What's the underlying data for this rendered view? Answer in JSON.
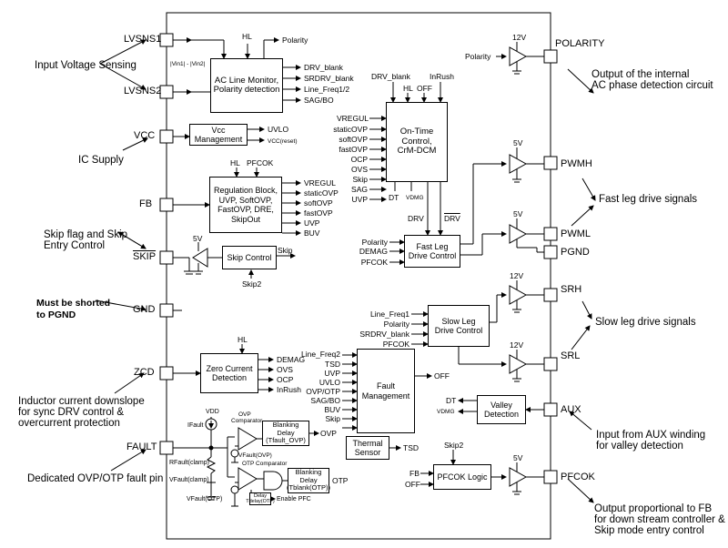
{
  "external": {
    "input_voltage_sensing": "Input Voltage Sensing",
    "ic_supply": "IC Supply",
    "skip_flag_1": "Skip flag and Skip",
    "skip_flag_2": "Entry Control",
    "must_short_1": "Must be shorted",
    "must_short_2": "to PGND",
    "inductor_1": "Inductor current downslope",
    "inductor_2": "for sync DRV control &",
    "inductor_3": "overcurrent protection",
    "fault_pin": "Dedicated OVP/OTP fault pin",
    "output_polarity_1": "Output of the internal",
    "output_polarity_2": "AC phase detection circuit",
    "fast_leg": "Fast leg drive signals",
    "slow_leg": "Slow leg drive signals",
    "aux_1": "Input from AUX winding",
    "aux_2": "for valley detection",
    "pfcok_1": "Output proportional to FB",
    "pfcok_2": "for down stream controller &",
    "pfcok_3": "Skip mode entry control"
  },
  "pins_left": {
    "lvsns1": "LVSNS1",
    "lvsns2": "LVSNS2",
    "vcc": "VCC",
    "fb": "FB",
    "skip": "SKIP",
    "gnd": "GND",
    "zcd": "ZCD",
    "fault": "FAULT"
  },
  "pins_right": {
    "polarity": "POLARITY",
    "pwmh": "PWMH",
    "pwml": "PWML",
    "pgnd": "PGND",
    "srh": "SRH",
    "srl": "SRL",
    "aux": "AUX",
    "pfcok": "PFCOK"
  },
  "blocks": {
    "ac_line_1": "AC Line Monitor,",
    "ac_line_2": "Polarity detection",
    "vcc_mgmt_1": "Vcc",
    "vcc_mgmt_2": "Management",
    "reg_1": "Regulation Block,",
    "reg_2": "UVP, SoftOVP,",
    "reg_3": "FastOVP, DRE,",
    "reg_4": "SkipOut",
    "skip_control": "Skip Control",
    "ontime_1": "On-Time",
    "ontime_2": "Control,",
    "ontime_3": "CrM-DCM",
    "fastleg_1": "Fast Leg",
    "fastleg_2": "Drive Control",
    "slowleg_1": "Slow Leg",
    "slowleg_2": "Drive Control",
    "zcd_1": "Zero Current",
    "zcd_2": "Detection",
    "fault_1": "Fault",
    "fault_2": "Management",
    "valley_1": "Valley",
    "valley_2": "Detection",
    "thermal_1": "Thermal",
    "thermal_2": "Sensor",
    "pfcok_logic": "PFCOK Logic",
    "blank_ovp_1": "Blanking",
    "blank_ovp_2": "Delay",
    "blank_ovp_3": "(Tfault_OVP)",
    "blank_otp_1": "Blanking",
    "blank_otp_2": "Delay",
    "blank_otp_3": "(Tblank(OTP))",
    "delay_1": "Delay",
    "delay_2": "Tdelay(OTP)"
  },
  "signals": {
    "hl": "HL",
    "polarity": "Polarity",
    "vin_diff": "|Vin1| - |Vin2|",
    "drv_blank": "DRV_blank",
    "srdrv_blank": "SRDRV_blank",
    "line_freq12": "Line_Freq1/2",
    "sag_bo": "SAG/BO",
    "uvlo": "UVLO",
    "vcc_reset": "VCC(reset)",
    "pfcok": "PFCOK",
    "vregul": "VREGUL",
    "staticovp": "staticOVP",
    "softovp": "softOVP",
    "fastovp": "fastOVP",
    "uvp": "UVP",
    "buv": "BUV",
    "v5": "5V",
    "v12": "12V",
    "skip": "Skip",
    "skip2": "Skip2",
    "drv_blank_top": "DRV_blank",
    "off": "OFF",
    "inrush": "InRush",
    "ocp": "OCP",
    "ovs": "OVS",
    "sag": "SAG",
    "dt": "DT",
    "vdmg": "VDMG",
    "drv": "DRV",
    "drv_bar": "DRV",
    "demag": "DEMAG",
    "line_freq1": "Line_Freq1",
    "line_freq2": "Line_Freq2",
    "tsd": "TSD",
    "uvlo2": "UVLO",
    "ovp_otp": "OVP/OTP",
    "ovp": "OVP",
    "otp": "OTP",
    "fb": "FB",
    "vdd": "VDD",
    "ifault": "IFault",
    "rfault": "RFault(clamp)",
    "vfault_clamp": "VFault(clamp)",
    "vfault_otp": "VFault(OTP)",
    "vfault_ovp": "VFault(OVP)",
    "ovp_comp_1": "OVP",
    "ovp_comp_2": "Comparator",
    "otp_comp": "OTP Comparator",
    "enable_pfc": "Enable PFC"
  }
}
